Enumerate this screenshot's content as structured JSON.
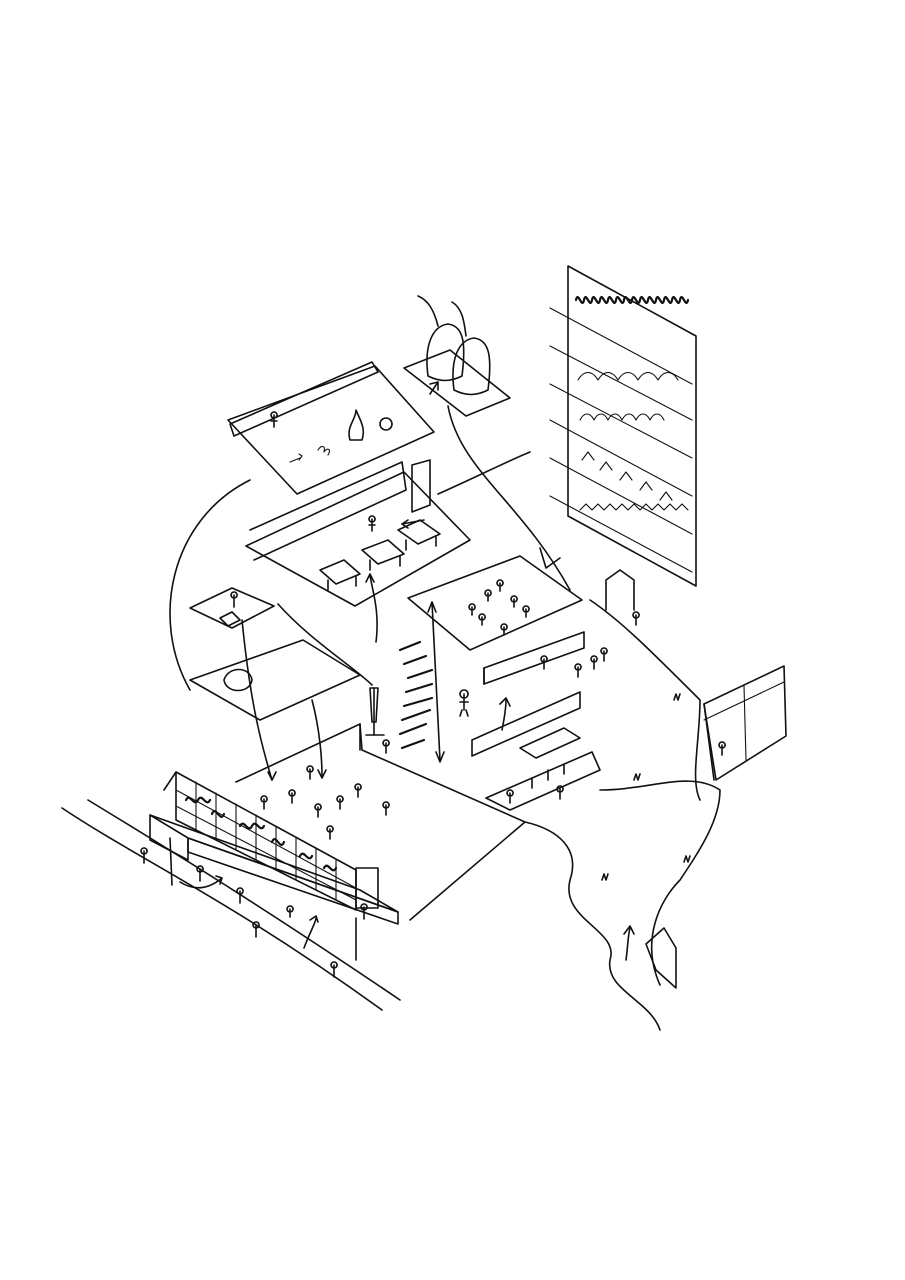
{
  "drawing": {
    "ink_color": "#111111",
    "paper_color": "#ffffff",
    "elements": [
      "road-edge",
      "entrance-wall-screen",
      "planted-facade",
      "courtyard-platform",
      "lamp-post",
      "dining-platform",
      "kitchen-platform",
      "process-platform",
      "silo-platform",
      "seed-bowl-platform",
      "vertical-farm-tower",
      "sloped-lawn-platform",
      "bar-counter",
      "market-platform",
      "greenhouse-frame",
      "terrain-path",
      "circulation-arrows",
      "people-figures"
    ]
  }
}
